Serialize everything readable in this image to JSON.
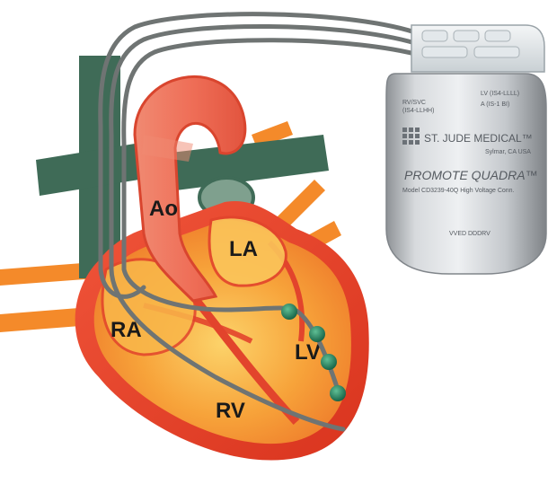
{
  "chambers": {
    "ao": "Ao",
    "la": "LA",
    "ra": "RA",
    "lv": "LV",
    "rv": "RV"
  },
  "device": {
    "header_line1": "LV (IS4-LLLL)",
    "header_line2": "A  (IS-1 BI)",
    "header_left1": "RV/SVC",
    "header_left2": "(IS4-LLHH)",
    "brand": "ST. JUDE MEDICAL™",
    "location": "Sylmar, CA USA",
    "product": "PROMOTE QUADRA™",
    "model": "Model CD3239-40Q  High Voltage Conn.",
    "mode": "VVED  DDDRV"
  },
  "colors": {
    "heart_outer": "#e8402a",
    "heart_inner": "#f7a33a",
    "aorta": "#ef7a66",
    "vessel_green": "#3f6b57",
    "orange_vessel": "#f48a2a",
    "lead": "#6f7473",
    "electrode": "#1f7a5a",
    "device_body": "#c9cccf"
  }
}
